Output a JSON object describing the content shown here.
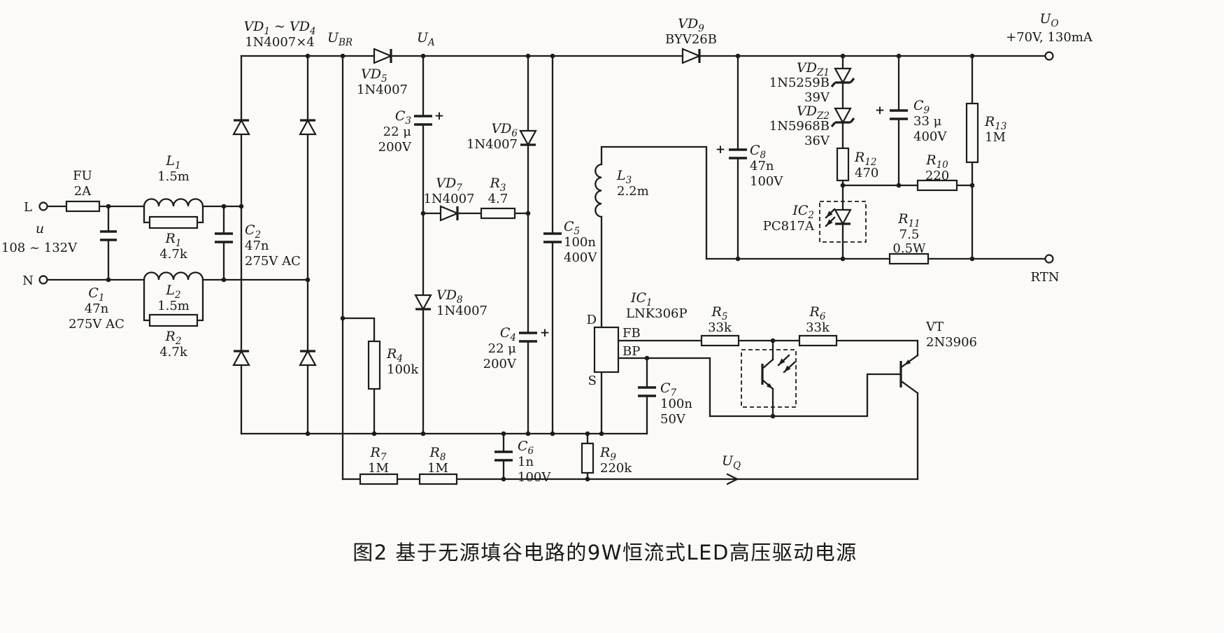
{
  "caption": "图2  基于无源填谷电路的9W恒流式LED高压驱动电源",
  "marks": {
    "plus": "+"
  },
  "t": {
    "l": "L",
    "n": "N",
    "u": "u",
    "range": "108 ~ 132V",
    "uo_p": "U",
    "uo_s": "O",
    "uo_val": "+70V, 130mA",
    "rtn": "RTN"
  },
  "n": {
    "ubr_p": "U",
    "ubr_s": "BR",
    "ua_p": "U",
    "ua_s": "A",
    "uq_p": "U",
    "uq_s": "Q"
  },
  "c": {
    "fu": {
      "ref": "FU",
      "val1": "2A"
    },
    "c1": {
      "ref": "C",
      "sub": "1",
      "val1": "47n",
      "val2": "275V AC"
    },
    "l1": {
      "ref": "L",
      "sub": "1",
      "val1": "1.5m"
    },
    "r1": {
      "ref": "R",
      "sub": "1",
      "val1": "4.7k"
    },
    "l2": {
      "ref": "L",
      "sub": "2",
      "val1": "1.5m"
    },
    "r2": {
      "ref": "R",
      "sub": "2",
      "val1": "4.7k"
    },
    "c2": {
      "ref": "C",
      "sub": "2",
      "val1": "47n",
      "val2": "275V AC"
    },
    "vdbr": {
      "p1": "VD",
      "s1": "1",
      "p2": " ~ VD",
      "s2": "4",
      "val1": "1N4007×4"
    },
    "vd5": {
      "ref": "VD",
      "sub": "5",
      "val1": "1N4007"
    },
    "c3": {
      "ref": "C",
      "sub": "3",
      "val1": "22 μ",
      "val2": "200V"
    },
    "vd6": {
      "ref": "VD",
      "sub": "6",
      "val1": "1N4007"
    },
    "vd7": {
      "ref": "VD",
      "sub": "7",
      "val1": "1N4007"
    },
    "r3": {
      "ref": "R",
      "sub": "3",
      "val1": "4.7"
    },
    "vd8": {
      "ref": "VD",
      "sub": "8",
      "val1": "1N4007"
    },
    "c4": {
      "ref": "C",
      "sub": "4",
      "val1": "22 μ",
      "val2": "200V"
    },
    "r4": {
      "ref": "R",
      "sub": "4",
      "val1": "100k"
    },
    "c5": {
      "ref": "C",
      "sub": "5",
      "val1": "100n",
      "val2": "400V"
    },
    "l3": {
      "ref": "L",
      "sub": "3",
      "val1": "2.2m"
    },
    "vd9": {
      "ref": "VD",
      "sub": "9",
      "val1": "BYV26B"
    },
    "c8": {
      "ref": "C",
      "sub": "8",
      "val1": "47n",
      "val2": "100V"
    },
    "vdz1": {
      "ref": "VD",
      "sub": "Z1",
      "val1": "1N5259B",
      "val2": "39V"
    },
    "vdz2": {
      "ref": "VD",
      "sub": "Z2",
      "val1": "1N5968B",
      "val2": "36V"
    },
    "r12": {
      "ref": "R",
      "sub": "12",
      "val1": "470"
    },
    "c9": {
      "ref": "C",
      "sub": "9",
      "val1": "33 μ",
      "val2": "400V"
    },
    "r13": {
      "ref": "R",
      "sub": "13",
      "val1": "1M"
    },
    "r10": {
      "ref": "R",
      "sub": "10",
      "val1": "220"
    },
    "ic2": {
      "ref": "IC",
      "sub": "2",
      "val1": "PC817A"
    },
    "r11": {
      "ref": "R",
      "sub": "11",
      "val1": "7.5",
      "val2": "0.5W"
    },
    "ic1": {
      "ref": "IC",
      "sub": "1",
      "val1": "LNK306P",
      "pin_d": "D",
      "pin_s": "S",
      "pin_fb": "FB",
      "pin_bp": "BP"
    },
    "c7": {
      "ref": "C",
      "sub": "7",
      "val1": "100n",
      "val2": "50V"
    },
    "r5": {
      "ref": "R",
      "sub": "5",
      "val1": "33k"
    },
    "r6": {
      "ref": "R",
      "sub": "6",
      "val1": "33k"
    },
    "vt": {
      "ref": "VT",
      "val1": "2N3906"
    },
    "r7": {
      "ref": "R",
      "sub": "7",
      "val1": "1M"
    },
    "r8": {
      "ref": "R",
      "sub": "8",
      "val1": "1M"
    },
    "c6": {
      "ref": "C",
      "sub": "6",
      "val1": "1n",
      "val2": "100V"
    },
    "r9": {
      "ref": "R",
      "sub": "9",
      "val1": "220k"
    }
  }
}
